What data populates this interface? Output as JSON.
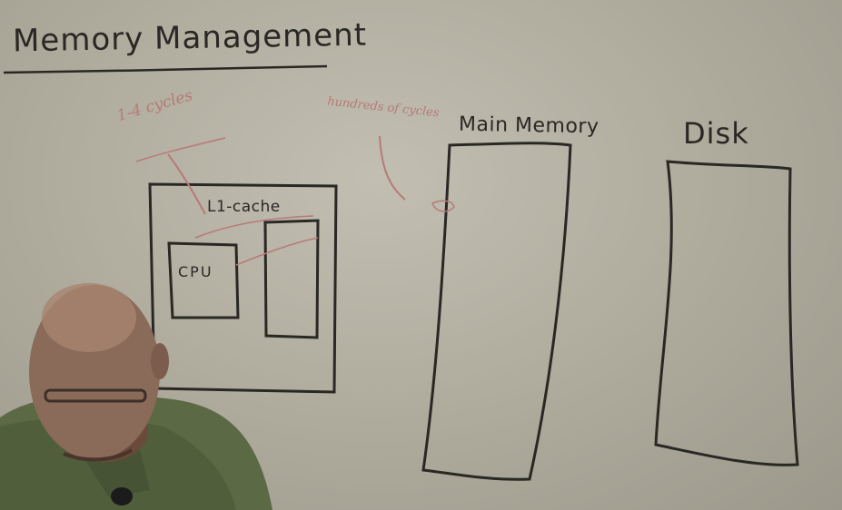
{
  "title": "Memory Management",
  "labels": {
    "cpu": "CPU",
    "cache": "L1-cache",
    "main_memory": "Main Memory",
    "disk": "Disk"
  },
  "annotations": {
    "cache_latency": "1-4 cycles",
    "memory_latency": "hundreds of cycles"
  },
  "colors": {
    "whiteboard": "#b1ad9f",
    "black_marker": "#2a2824",
    "red_marker": "#b77a78",
    "shirt": "#5b6a45"
  }
}
